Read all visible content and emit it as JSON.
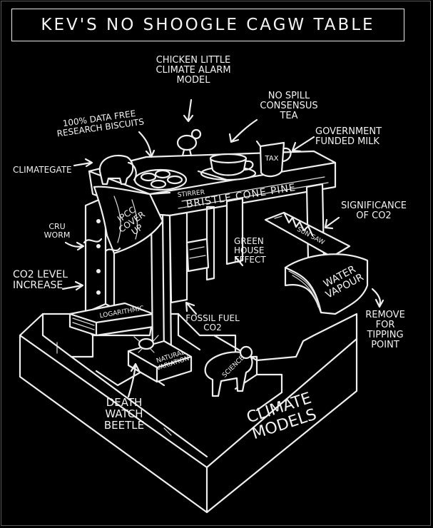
{
  "title": "KEV'S NO SHOOGLE CAGW TABLE",
  "labels": {
    "chicken_little": "CHICKEN LITTLE\nCLIMATE ALARM\nMODEL",
    "no_spill_tea": "NO SPILL\nCONSENSUS\nTEA",
    "biscuits": "100% DATA FREE\nRESEARCH BISCUITS",
    "government_milk": "GOVERNMENT\nFUNDED MILK",
    "tax": "TAX",
    "climategate": "CLIMATEGATE",
    "stirrer": "STIRRER",
    "ipcc": "IPCC\nCOVER UP",
    "bristle_cone_pine": "BRISTLE CONE PINE",
    "significance": "SIGNIFICANCE\nOF CO2",
    "cru_worm": "CRU\nWORM",
    "green_house": "GREEN\nHOUSE\nEFFECT",
    "sun_saw": "SUN SAW",
    "co2_level": "CO2 LEVEL\nINCREASE",
    "water_vapour": "WATER\nVAPOUR",
    "remove": "REMOVE\nFOR\nTIPPING\nPOINT",
    "logarithmic": "LOGARITHMIC",
    "fossil_fuel": "FOSSIL FUEL\nCO2",
    "natural_variation": "NATURAL\nVARIATION",
    "death_watch": "DEATH\nWATCH\nBEETLE",
    "science": "SCIENCE",
    "climate_models": "CLIMATE\nMODELS"
  }
}
